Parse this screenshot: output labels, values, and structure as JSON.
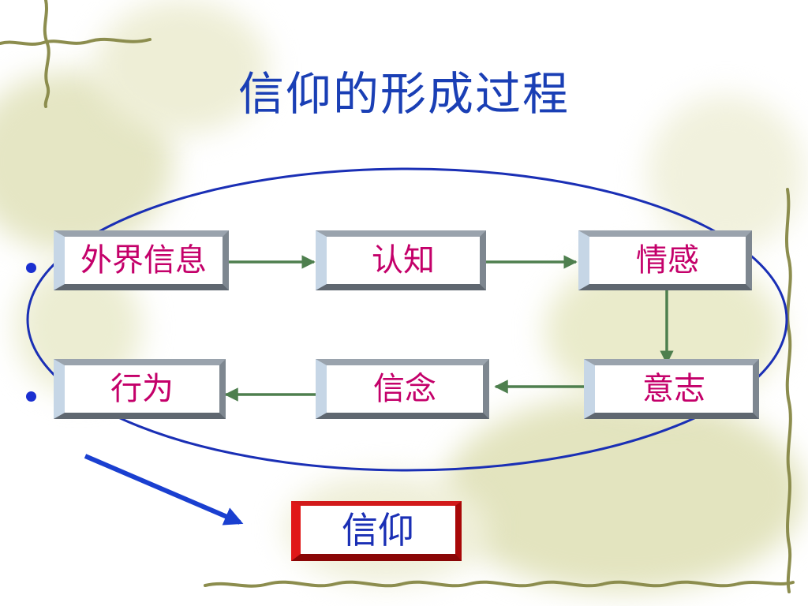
{
  "title": "信仰的形成过程",
  "nodes": {
    "external": "外界信息",
    "cognition": "认知",
    "emotion": "情感",
    "will": "意志",
    "belief": "信念",
    "behavior": "行为"
  },
  "result": "信仰",
  "colors": {
    "title": "#1a3fb5",
    "node_text": "#c4006a",
    "connector_arrow": "#4e7f4e",
    "ellipse": "#1a2fb5",
    "result_arrow": "#1a3fd0",
    "result_border": "#e01818",
    "background_foliage": "#d9dcae"
  },
  "icons": {
    "bullet": "filled-circle",
    "decoration": "vine-border"
  }
}
